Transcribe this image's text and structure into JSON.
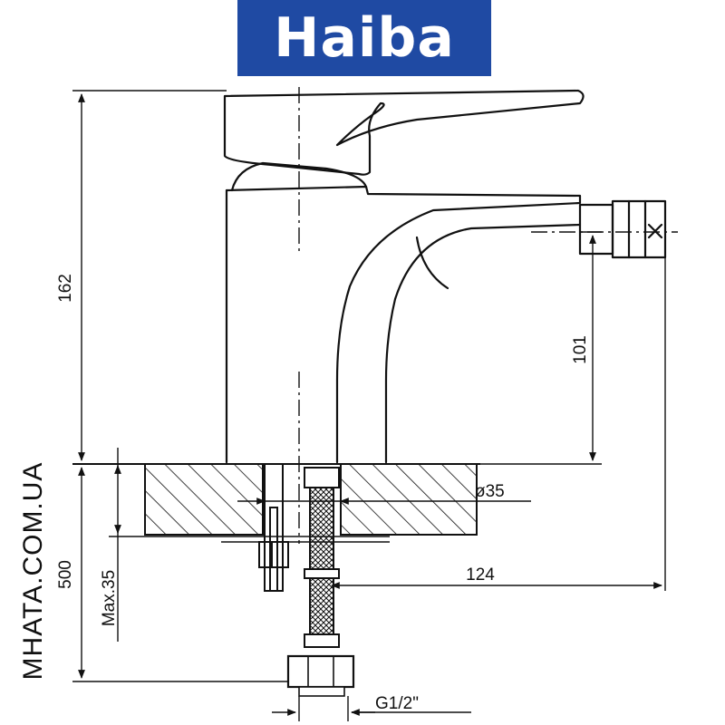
{
  "brand": {
    "name": "Haiba",
    "color": "#1f4aa3"
  },
  "watermark": "MHATA.COM.UA",
  "dimensions": {
    "height_total": "162",
    "spout_height": "101",
    "hose_length": "500",
    "max_thickness": "Max.35",
    "hole_diameter": "ø35",
    "reach": "124",
    "thread": "G1/2\""
  }
}
